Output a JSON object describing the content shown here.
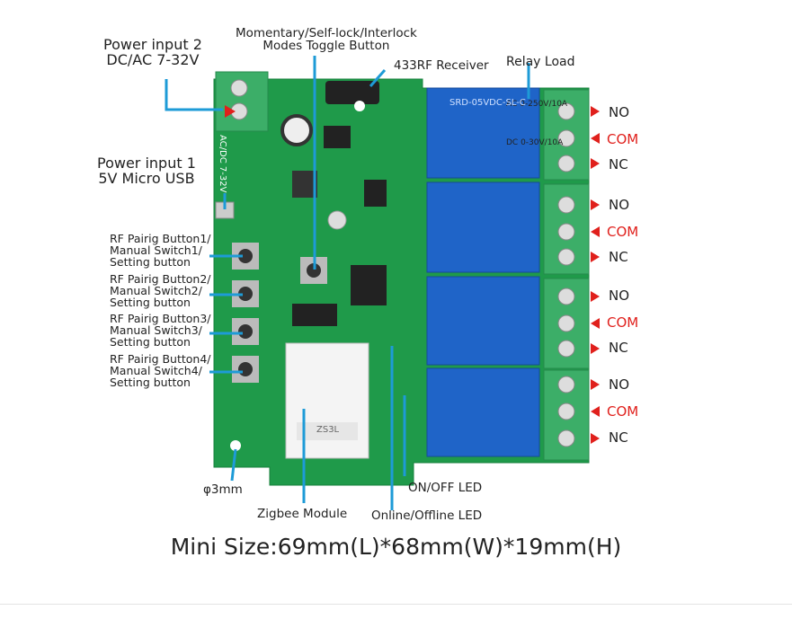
{
  "labels": {
    "power2": [
      "Power input 2",
      "DC/AC 7-32V"
    ],
    "power1": [
      "Power input 1",
      "5V Micro USB"
    ],
    "mode_button": [
      "Momentary/Self-lock/Interlock",
      "Modes Toggle Button"
    ],
    "rf_receiver": "433RF Receiver",
    "relay_load": {
      "title": "Relay Load",
      "ac": "AC 0-250V/10A",
      "dc": "DC 0-30V/10A"
    },
    "buttons": [
      [
        "RF Pairig Button1/",
        "Manual Switch1/",
        "Setting button"
      ],
      [
        "RF Pairig Button2/",
        "Manual Switch2/",
        "Setting button"
      ],
      [
        "RF Pairig Button3/",
        "Manual Switch3/",
        "Setting button"
      ],
      [
        "RF Pairig Button4/",
        "Manual Switch4/",
        "Setting button"
      ]
    ],
    "hole": "φ3mm",
    "zigbee": "Zigbee Module",
    "online_led": "Online/Offline LED",
    "onoff_led": "ON/OFF LED",
    "terminals": [
      "NO",
      "COM",
      "NC"
    ],
    "board_print": "AC/DC 7-32V",
    "relay_print": "SRD-05VDC-SL-C",
    "module_print": "ZS3L"
  },
  "footer": "Mini Size:69mm(L)*68mm(W)*19mm(H)",
  "colors": {
    "board": "#1f9a4a",
    "relay": "#1f64c8",
    "line": "#1e9bd7",
    "accent": "#e0201c"
  }
}
